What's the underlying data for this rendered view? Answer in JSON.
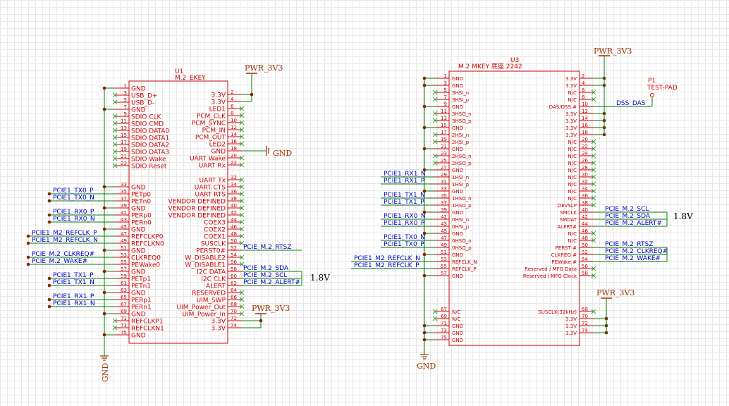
{
  "u1": {
    "ref": "U1",
    "name": "M.2_EKEY",
    "left_pins": [
      {
        "num": "1",
        "name": "GND",
        "nc": false
      },
      {
        "num": "3",
        "name": "USB_D+",
        "nc": true
      },
      {
        "num": "5",
        "name": "USB_D-",
        "nc": true
      },
      {
        "num": "7",
        "name": "GND",
        "nc": false
      },
      {
        "num": "9",
        "name": "SDIO CLK",
        "nc": true
      },
      {
        "num": "11",
        "name": "SDIO CMD",
        "nc": true
      },
      {
        "num": "13",
        "name": "SDIO DATA0",
        "nc": true
      },
      {
        "num": "15",
        "name": "SDIO DATA1",
        "nc": true
      },
      {
        "num": "17",
        "name": "SDIO DATA2",
        "nc": true
      },
      {
        "num": "19",
        "name": "SDIO DATA3",
        "nc": true
      },
      {
        "num": "21",
        "name": "SDIO Wake",
        "nc": true
      },
      {
        "num": "23",
        "name": "SDIO Reset",
        "nc": true
      },
      {
        "num": "33",
        "name": "GND",
        "nc": false
      },
      {
        "num": "35",
        "name": "PETp0",
        "nc": false
      },
      {
        "num": "37",
        "name": "PETn0",
        "nc": false
      },
      {
        "num": "39",
        "name": "GND",
        "nc": false
      },
      {
        "num": "41",
        "name": "PERp0",
        "nc": false
      },
      {
        "num": "43",
        "name": "PERn0",
        "nc": false
      },
      {
        "num": "45",
        "name": "GND",
        "nc": false
      },
      {
        "num": "47",
        "name": "REFCLKP0",
        "nc": false
      },
      {
        "num": "49",
        "name": "REFCLKN0",
        "nc": false
      },
      {
        "num": "51",
        "name": "GND",
        "nc": false
      },
      {
        "num": "53",
        "name": "CLKREQ0",
        "nc": false
      },
      {
        "num": "55",
        "name": "PEWake0",
        "nc": false
      },
      {
        "num": "57",
        "name": "GND",
        "nc": false
      },
      {
        "num": "59",
        "name": "PETp1",
        "nc": false
      },
      {
        "num": "61",
        "name": "PETn1",
        "nc": false
      },
      {
        "num": "63",
        "name": "GND",
        "nc": false
      },
      {
        "num": "65",
        "name": "PERp1",
        "nc": false
      },
      {
        "num": "67",
        "name": "PERn1",
        "nc": false
      },
      {
        "num": "69",
        "name": "GND",
        "nc": false
      },
      {
        "num": "71",
        "name": "REFCLKP1",
        "nc": true
      },
      {
        "num": "73",
        "name": "REFCLKN1",
        "nc": true
      },
      {
        "num": "75",
        "name": "GND",
        "nc": false
      }
    ],
    "right_pins": [
      {
        "num": "2",
        "name": "3.3V",
        "nc": false
      },
      {
        "num": "4",
        "name": "3.3V",
        "nc": false
      },
      {
        "num": "6",
        "name": "LED1",
        "nc": true
      },
      {
        "num": "8",
        "name": "PCM_CLK",
        "nc": true
      },
      {
        "num": "10",
        "name": "PCM_SYNC",
        "nc": true
      },
      {
        "num": "12",
        "name": "PCM_IN",
        "nc": true
      },
      {
        "num": "14",
        "name": "PCM_OUT",
        "nc": true
      },
      {
        "num": "16",
        "name": "LED2",
        "nc": true
      },
      {
        "num": "18",
        "name": "GND",
        "nc": false
      },
      {
        "num": "20",
        "name": "UART Wake",
        "nc": true
      },
      {
        "num": "22",
        "name": "UART Rx",
        "nc": true
      },
      {
        "num": "32",
        "name": "UART Tx",
        "nc": true
      },
      {
        "num": "34",
        "name": "UART CTS",
        "nc": true
      },
      {
        "num": "36",
        "name": "UART RTS",
        "nc": true
      },
      {
        "num": "38",
        "name": "VENDOR DEFINED",
        "nc": true
      },
      {
        "num": "40",
        "name": "VENDOR DEFINED",
        "nc": true
      },
      {
        "num": "42",
        "name": "VENDOR DEFINED",
        "nc": true
      },
      {
        "num": "44",
        "name": "COEX3",
        "nc": true
      },
      {
        "num": "46",
        "name": "COEX2",
        "nc": true
      },
      {
        "num": "48",
        "name": "COEX1",
        "nc": true
      },
      {
        "num": "50",
        "name": "SUSCLK",
        "nc": true
      },
      {
        "num": "52",
        "name": "PERST0#",
        "nc": false
      },
      {
        "num": "54",
        "name": "W_DISABLE2",
        "nc": true
      },
      {
        "num": "56",
        "name": "W_DISABLE1",
        "nc": true
      },
      {
        "num": "58",
        "name": "I2C DATA",
        "nc": false
      },
      {
        "num": "60",
        "name": "I2C CLK",
        "nc": false
      },
      {
        "num": "62",
        "name": "ALERT",
        "nc": false
      },
      {
        "num": "64",
        "name": "RESERVED",
        "nc": true
      },
      {
        "num": "66",
        "name": "UIM_SWP",
        "nc": true
      },
      {
        "num": "68",
        "name": "UIM_Power_Out",
        "nc": true
      },
      {
        "num": "70",
        "name": "UIM_Power_In",
        "nc": true
      },
      {
        "num": "72",
        "name": "3.3V",
        "nc": false
      },
      {
        "num": "74",
        "name": "3.3V",
        "nc": false
      }
    ],
    "left_nets": {
      "35": "PCIE1_TX0_P",
      "37": "PCIE1_TX0_N",
      "41": "PCIE1_RX0_P",
      "43": "PCIE1_RX0_N",
      "47": "PCIE1_M2_REFCLK_P",
      "49": "PCIE1_M2_REFCLK_N",
      "53": "PCIE_M.2_CLKREQ#",
      "55": "PCIE_M.2_WAKE#",
      "59": "PCIE1_TX1_P",
      "61": "PCIE1_TX1_N",
      "65": "PCIE1_RX1_P",
      "67": "PCIE1_RX1_N"
    },
    "right_nets": {
      "52": "PCIE_M.2_RTSZ",
      "58": "PCIE_M.2_SDA",
      "60": "PCIE_M.2_SCL",
      "62": "PCIE_M.2_ALERT#"
    },
    "pwr_top": "PWR_3V3",
    "pwr_bottom": "PWR_3V3",
    "gnd_right": "GND",
    "gnd_bottom": "GND",
    "voltage_note": "1.8V"
  },
  "u3": {
    "ref": "U3",
    "name": "M.2 MKEY 底座 2242",
    "left_pins": [
      {
        "num": "1",
        "name": "GND",
        "nc": false
      },
      {
        "num": "3",
        "name": "GND",
        "nc": false
      },
      {
        "num": "5",
        "name": "3HSI_n",
        "nc": true
      },
      {
        "num": "7",
        "name": "3HSI_p",
        "nc": true
      },
      {
        "num": "9",
        "name": "GND",
        "nc": false
      },
      {
        "num": "11",
        "name": "3HSO_n",
        "nc": true
      },
      {
        "num": "13",
        "name": "3HSO_p",
        "nc": true
      },
      {
        "num": "15",
        "name": "GND",
        "nc": false
      },
      {
        "num": "17",
        "name": "2HSI_n",
        "nc": true
      },
      {
        "num": "19",
        "name": "2HSI_p",
        "nc": true
      },
      {
        "num": "21",
        "name": "GND",
        "nc": false
      },
      {
        "num": "23",
        "name": "2HSO_n",
        "nc": true
      },
      {
        "num": "25",
        "name": "2HSO_p",
        "nc": true
      },
      {
        "num": "27",
        "name": "GND",
        "nc": false
      },
      {
        "num": "29",
        "name": "1HSI_n",
        "nc": false
      },
      {
        "num": "31",
        "name": "1HSI_p",
        "nc": false
      },
      {
        "num": "33",
        "name": "GND",
        "nc": false
      },
      {
        "num": "35",
        "name": "1HSO_n",
        "nc": false
      },
      {
        "num": "37",
        "name": "1HSO_p",
        "nc": false
      },
      {
        "num": "39",
        "name": "GND",
        "nc": false
      },
      {
        "num": "41",
        "name": "0HSI_n",
        "nc": false
      },
      {
        "num": "43",
        "name": "0HSI_p",
        "nc": false
      },
      {
        "num": "45",
        "name": "GND",
        "nc": false
      },
      {
        "num": "47",
        "name": "0HSO_n",
        "nc": false
      },
      {
        "num": "49",
        "name": "0HSO_p",
        "nc": false
      },
      {
        "num": "51",
        "name": "GND",
        "nc": false
      },
      {
        "num": "53",
        "name": "REFCLK_N",
        "nc": false
      },
      {
        "num": "55",
        "name": "REFCLK_P",
        "nc": false
      },
      {
        "num": "57",
        "name": "GND",
        "nc": false
      },
      {
        "num": "67",
        "name": "N/C",
        "nc": true
      },
      {
        "num": "69",
        "name": "N/C",
        "nc": true
      },
      {
        "num": "71",
        "name": "GND",
        "nc": false
      },
      {
        "num": "73",
        "name": "GND",
        "nc": false
      },
      {
        "num": "75",
        "name": "GND",
        "nc": false
      }
    ],
    "right_pins": [
      {
        "num": "2",
        "name": "3.3V",
        "nc": false
      },
      {
        "num": "4",
        "name": "3.3V",
        "nc": false
      },
      {
        "num": "6",
        "name": "N/C",
        "nc": true
      },
      {
        "num": "8",
        "name": "N/C",
        "nc": true
      },
      {
        "num": "10",
        "name": "DAS/DSS #",
        "nc": false
      },
      {
        "num": "12",
        "name": "3.3V",
        "nc": false
      },
      {
        "num": "14",
        "name": "3.3V",
        "nc": false
      },
      {
        "num": "16",
        "name": "3.3V",
        "nc": false
      },
      {
        "num": "18",
        "name": "3.3V",
        "nc": false
      },
      {
        "num": "20",
        "name": "N/C",
        "nc": true
      },
      {
        "num": "22",
        "name": "N/C",
        "nc": true
      },
      {
        "num": "24",
        "name": "N/C",
        "nc": true
      },
      {
        "num": "26",
        "name": "N/C",
        "nc": true
      },
      {
        "num": "28",
        "name": "N/C",
        "nc": true
      },
      {
        "num": "30",
        "name": "N/C",
        "nc": true
      },
      {
        "num": "32",
        "name": "N/C",
        "nc": true
      },
      {
        "num": "34",
        "name": "N/C",
        "nc": true
      },
      {
        "num": "36",
        "name": "N/C",
        "nc": true
      },
      {
        "num": "38",
        "name": "DEVSLP",
        "nc": true
      },
      {
        "num": "40",
        "name": "SMCLK",
        "nc": false
      },
      {
        "num": "42",
        "name": "SMDAT",
        "nc": false
      },
      {
        "num": "44",
        "name": "ALERT#",
        "nc": false
      },
      {
        "num": "46",
        "name": "N/C",
        "nc": true
      },
      {
        "num": "48",
        "name": "N/C",
        "nc": true
      },
      {
        "num": "50",
        "name": "PERST #",
        "nc": false
      },
      {
        "num": "52",
        "name": "CLKREQ #",
        "nc": false
      },
      {
        "num": "54",
        "name": "PEWake #",
        "nc": false
      },
      {
        "num": "56",
        "name": "Reserved / MFG Data",
        "nc": true
      },
      {
        "num": "58",
        "name": "Reserved / MFG Clock",
        "nc": true
      },
      {
        "num": "68",
        "name": "SUSCLK(32kHz)",
        "nc": true
      },
      {
        "num": "70",
        "name": "3.3V",
        "nc": false
      },
      {
        "num": "72",
        "name": "3.3V",
        "nc": false
      },
      {
        "num": "74",
        "name": "3.3V",
        "nc": false
      }
    ],
    "left_nets": {
      "29": "PCIE1_RX1_N",
      "31": "PCIE1_RX1_P",
      "35": "PCIE1_TX1_N",
      "37": "PCIE1_TX1_P",
      "41": "PCIE1_RX0_N",
      "43": "PCIE1_RX0_P",
      "47": "PCIE1_TX0_N",
      "49": "PCIE1_TX0_P",
      "53": "PCIE1_M2_REFCLK_N",
      "55": "PCIE1_M2_REFCLK_P"
    },
    "right_nets": {
      "10": "DSS_DAS",
      "40": "PCIE_M.2_SCL",
      "42": "PCIE_M.2_SDA",
      "44": "PCIE_M.2_ALERT#",
      "50": "PCIE_M.2_RTSZ",
      "52": "PCIE_M.2_CLKREQ#",
      "54": "PCIE_M.2_WAKE#"
    },
    "pwr_top": "PWR_3V3",
    "pwr_bottom": "PWR_3V3",
    "gnd_bottom": "GND",
    "voltage_note": "1.8V",
    "testpad_ref": "P1",
    "testpad_name": "TEST-PAD"
  },
  "colors": {
    "component": "#cc0000",
    "wire": "#008000",
    "net_label": "#0000cc",
    "junction": "#882200",
    "power": "#993300",
    "nc": "#33aa33"
  }
}
